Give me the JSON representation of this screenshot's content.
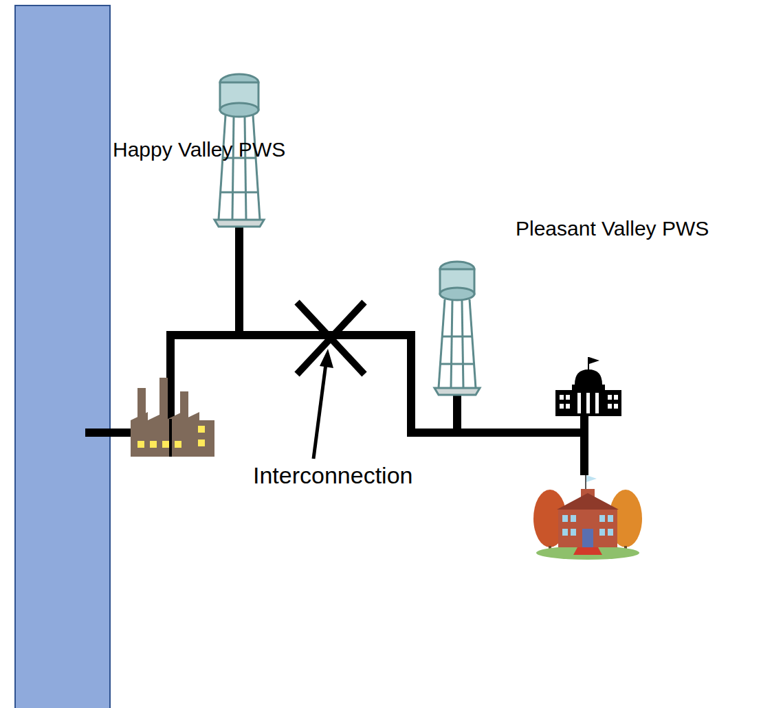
{
  "diagram": {
    "labels": [
      "Happy Valley PWS",
      "Pleasant Valley PWS",
      "Interconnection"
    ]
  }
}
